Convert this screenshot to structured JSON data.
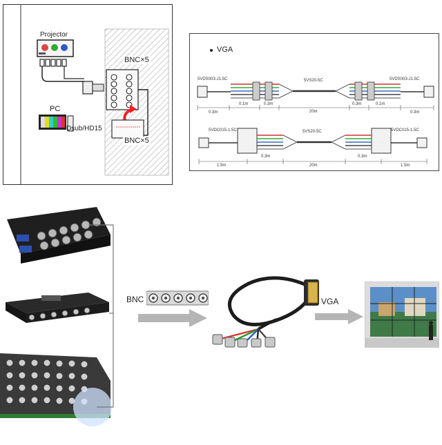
{
  "wall_panel": {
    "projector_label": "Projector",
    "pc_label": "PC",
    "dsub_label": "Dsub/HD15",
    "bnc_top_label": "BNC×5",
    "bnc_bottom_label": "BNC×5"
  },
  "vga_panel": {
    "bullet_title": "VGA",
    "top_row": {
      "left_part": "5VDS003-J1.5C",
      "middle_part": "5VS20-5C",
      "right_part": "5VDS003-J1.5C",
      "lengths": [
        "0.3m",
        "0.1m",
        "0.3m",
        "20m",
        "0.3m",
        "0.1m",
        "0.3m"
      ]
    },
    "bottom_row": {
      "left_part": "5VDC015-1.5C",
      "middle_part": "5VS20-5C",
      "right_part": "5VDC015-1.5C",
      "lengths": [
        "1.5m",
        "0.3m",
        "20m",
        "0.3m",
        "1.5m"
      ]
    }
  },
  "flow": {
    "bnc_label": "BNC",
    "vga_label": "VGA"
  }
}
